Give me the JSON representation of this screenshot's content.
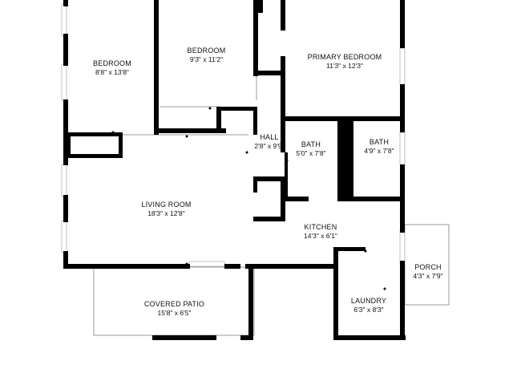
{
  "plan": {
    "rooms": [
      {
        "id": "bedroom-1",
        "name": "BEDROOM",
        "dims": "8'8\" x 13'8\""
      },
      {
        "id": "bedroom-2",
        "name": "BEDROOM",
        "dims": "9'3\" x 11'2\""
      },
      {
        "id": "primary-bedroom",
        "name": "PRIMARY BEDROOM",
        "dims": "11'3\" x 12'3\""
      },
      {
        "id": "hall",
        "name": "HALL",
        "dims": "2'8\" x 9'9\""
      },
      {
        "id": "bath-1",
        "name": "BATH",
        "dims": "5'0\" x 7'8\""
      },
      {
        "id": "bath-2",
        "name": "BATH",
        "dims": "4'9\" x 7'8\""
      },
      {
        "id": "living-room",
        "name": "LIVING ROOM",
        "dims": "18'3\" x 12'8\""
      },
      {
        "id": "kitchen",
        "name": "KITCHEN",
        "dims": "14'3\" x 6'1\""
      },
      {
        "id": "porch",
        "name": "PORCH",
        "dims": "4'3\" x 7'9\""
      },
      {
        "id": "laundry",
        "name": "LAUNDRY",
        "dims": "6'3\" x 8'3\""
      },
      {
        "id": "covered-patio",
        "name": "COVERED PATIO",
        "dims": "15'8\" x 6'5\""
      }
    ]
  }
}
